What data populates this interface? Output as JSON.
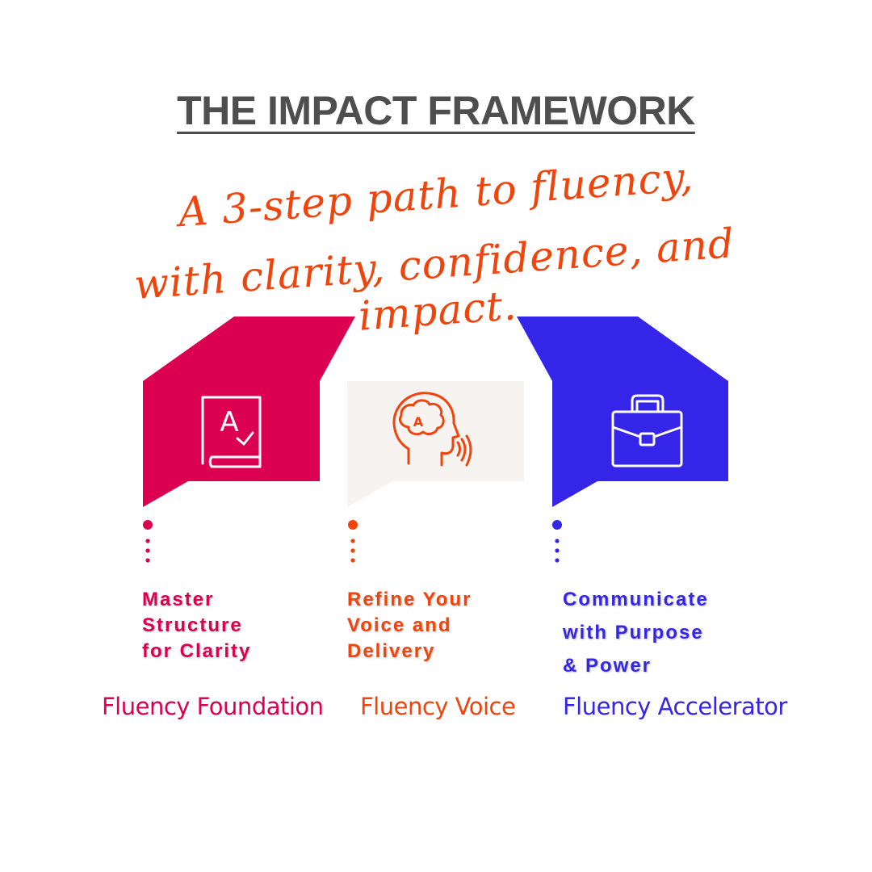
{
  "header": {
    "title": "THE IMPACT FRAMEWORK",
    "tagline_line1": "A 3-step path to fluency,",
    "tagline_line2": "with clarity, confidence, and impact."
  },
  "colors": {
    "title": "#4e4e4e",
    "tagline": "#f0440d",
    "step1": "#dc0050",
    "step2": "#f0440d",
    "step2_panel": "#f6f3f0",
    "step3": "#3425e8"
  },
  "steps": [
    {
      "icon": "grammar-book-icon",
      "heading_lines": [
        "Master",
        "Structure",
        "for Clarity"
      ],
      "program": "Fluency  Foundation"
    },
    {
      "icon": "speaking-head-brain-icon",
      "heading_lines": [
        "Refine Your",
        "Voice and",
        "Delivery"
      ],
      "program": "Fluency Voice"
    },
    {
      "icon": "briefcase-icon",
      "heading_lines": [
        "Communicate",
        "with Purpose",
        "& Power"
      ],
      "program": "Fluency Accelerator"
    }
  ]
}
